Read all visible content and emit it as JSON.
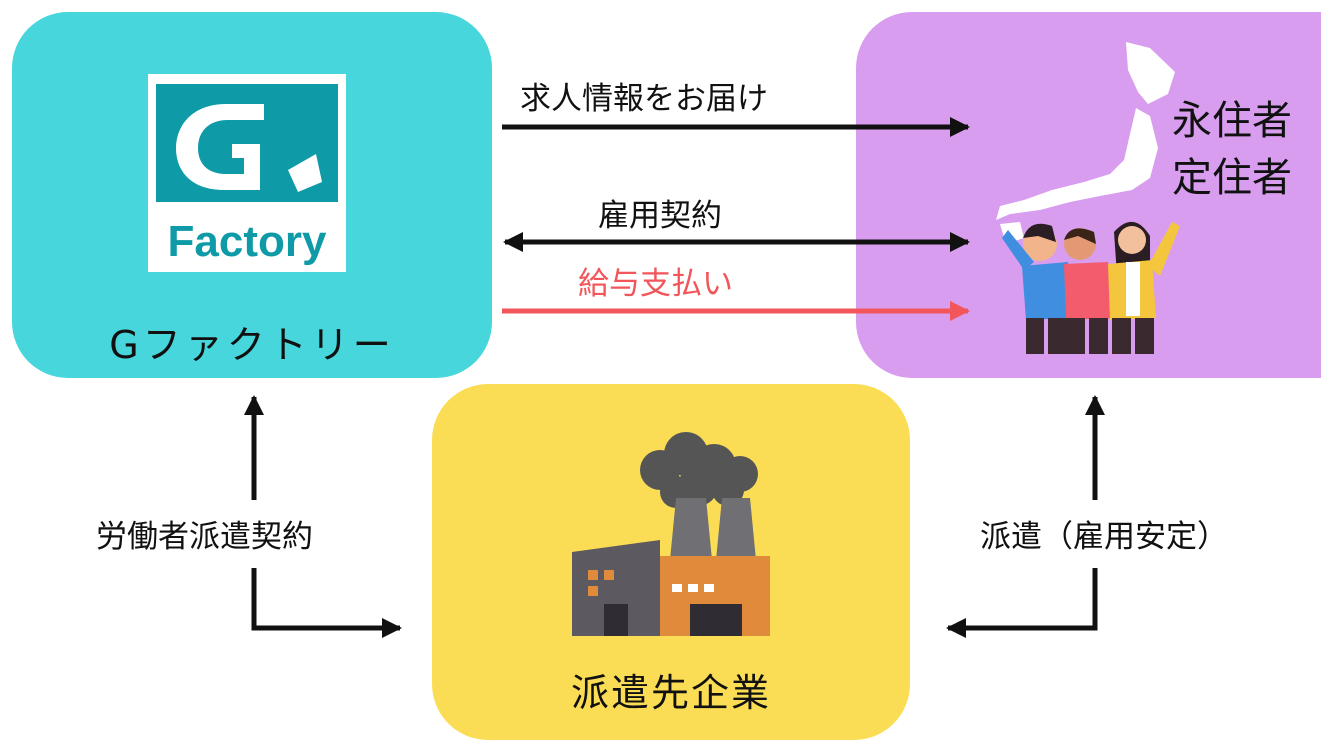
{
  "nodes": {
    "g_factory": {
      "logo_text": "Factory",
      "name": "Gファクトリー"
    },
    "workers": {
      "line1": "永住者",
      "line2": "定住者"
    },
    "client": {
      "name": "派遣先企業"
    }
  },
  "arrows": {
    "job_info": "求人情報をお届け",
    "employment": "雇用契約",
    "salary": "給与支払い",
    "dispatch_contract": "労働者派遣契約",
    "dispatch_stability": "派遣（雇用安定）"
  },
  "colors": {
    "g_factory_box": "#47d6dc",
    "workers_box": "#d99df0",
    "client_box": "#fbdd55",
    "logo_teal": "#0e9aa7",
    "salary_red": "#f2565a"
  }
}
